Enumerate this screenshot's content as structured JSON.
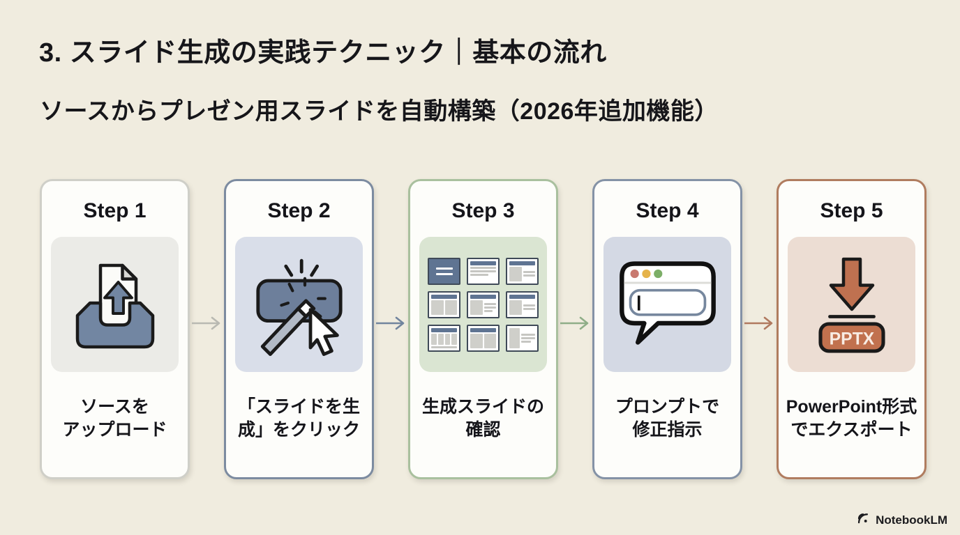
{
  "slide": {
    "title": "3. スライド生成の実践テクニック｜基本の流れ",
    "subtitle": "ソースからプレゼン用スライドを自動構築（2026年追加機能）",
    "background": "#f0ecdf"
  },
  "steps": [
    {
      "label": "Step 1",
      "caption_line1": "ソースを",
      "caption_line2": "アップロード",
      "icon": "upload-tray-icon",
      "accent": "#cfcfc8",
      "panel_bg": "#ebebe7"
    },
    {
      "label": "Step 2",
      "caption_line1": "「スライドを生",
      "caption_line2": "成」をクリック",
      "icon": "magic-wand-click-icon",
      "accent": "#7c8ba0",
      "panel_bg": "#d9dee9"
    },
    {
      "label": "Step 3",
      "caption_line1": "生成スライドの",
      "caption_line2": "確認",
      "icon": "slide-grid-icon",
      "accent": "#a9c09e",
      "panel_bg": "#dae5d2"
    },
    {
      "label": "Step 4",
      "caption_line1": "プロンプトで",
      "caption_line2": "修正指示",
      "icon": "prompt-bubble-icon",
      "accent": "#8492a6",
      "panel_bg": "#d4d9e4"
    },
    {
      "label": "Step 5",
      "caption_line1": "PowerPoint形式",
      "caption_line2": "でエクスポート",
      "icon": "download-pptx-icon",
      "accent": "#b07c5f",
      "panel_bg": "#ecddd3",
      "badge": "PPTX"
    }
  ],
  "arrows": [
    {
      "color": "#b9b9b2"
    },
    {
      "color": "#72859e"
    },
    {
      "color": "#8fae88"
    },
    {
      "color": "#b0795f"
    }
  ],
  "colors": {
    "slate": "#6d7f9b",
    "terracotta": "#bf7150",
    "traffic_red": "#c8796f",
    "traffic_yellow": "#e5b34b",
    "traffic_green": "#7cae67"
  },
  "footer": {
    "brand": "NotebookLM",
    "icon": "notebooklm-logo-icon"
  }
}
